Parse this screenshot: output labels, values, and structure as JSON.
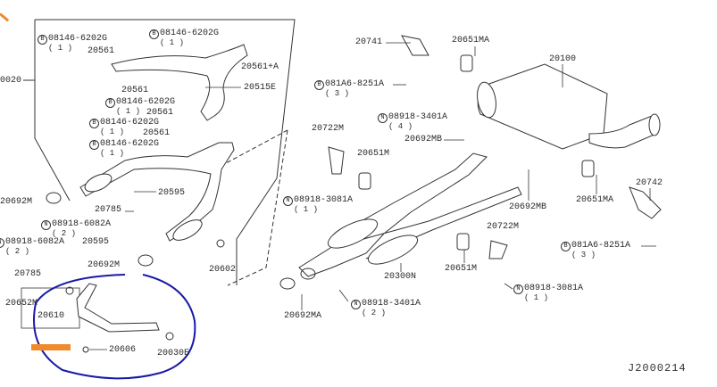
{
  "diagram_id": "J2000214",
  "labels": {
    "p20020": "0020",
    "b_tl": {
      "mark": "B",
      "part": "08146-6202G",
      "qty": "( 1 )"
    },
    "p20561_a": "20561",
    "b_top": {
      "mark": "B",
      "part": "08146-6202G",
      "qty": "( 1 )"
    },
    "p20561A": "20561+A",
    "p20515E": "20515E",
    "p20561_b": "20561",
    "b_mid1": {
      "mark": "B",
      "part": "08146-6202G",
      "qty": "( 1 )"
    },
    "p20561_c": "20561",
    "b_mid2": {
      "mark": "B",
      "part": "08146-6202G",
      "qty": "( 1 )"
    },
    "p20561_d": "20561",
    "b_mid3": {
      "mark": "B",
      "part": "08146-6202G",
      "qty": "( 1 )"
    },
    "p20595_a": "20595",
    "p20692M_a": "20692M",
    "p20785_a": "20785",
    "n_6082_a": {
      "mark": "N",
      "part": "08918-6082A",
      "qty": "( 2 )"
    },
    "n_6082_b": {
      "mark": "N",
      "part": "08918-6082A",
      "qty": "( 2 )"
    },
    "p20595_b": "20595",
    "p20692M_b": "20692M",
    "p20785_b": "20785",
    "p20602": "20602",
    "p20652M": "20652M",
    "p20610": "20610",
    "p20606": "20606",
    "p20030E": "20030E",
    "p20741": "20741",
    "p20651MA_a": "20651MA",
    "p20100": "20100",
    "b_8251_a": {
      "mark": "B",
      "part": "081A6-8251A",
      "qty": "( 3 )"
    },
    "n_3401_a": {
      "mark": "N",
      "part": "08918-3401A",
      "qty": "( 4 )"
    },
    "p20692MB_a": "20692MB",
    "p20722M_a": "20722M",
    "p20651M_a": "20651M",
    "n_3081_a": {
      "mark": "N",
      "part": "08918-3081A",
      "qty": "( 1 )"
    },
    "p20692MB_b": "20692MB",
    "p20651MA_b": "20651MA",
    "p20742": "20742",
    "p20722M_b": "20722M",
    "b_8251_b": {
      "mark": "B",
      "part": "081A6-8251A",
      "qty": "( 3 )"
    },
    "p20300N": "20300N",
    "p20651M_b": "20651M",
    "n_3081_b": {
      "mark": "N",
      "part": "08918-3081A",
      "qty": "( 1 )"
    },
    "p20692MA": "20692MA",
    "n_3401_b": {
      "mark": "N",
      "part": "08918-3401A",
      "qty": "( 2 )"
    }
  },
  "colors": {
    "annotation_circle": "#1a1aa8",
    "highlight": "#f08a2a",
    "line": "#333333"
  }
}
